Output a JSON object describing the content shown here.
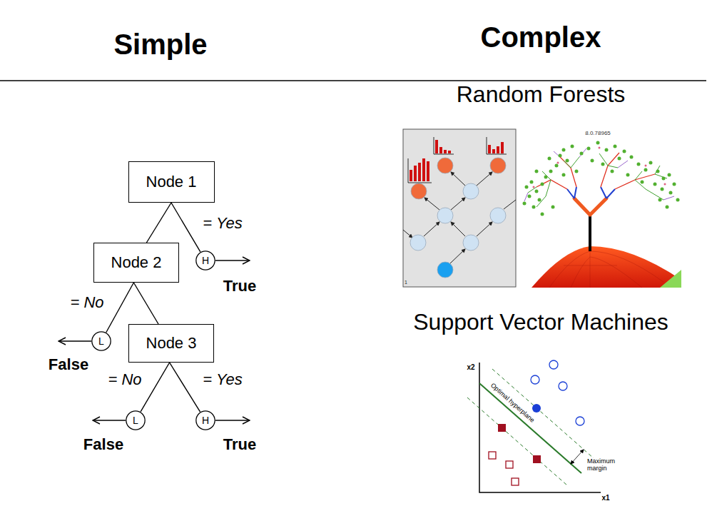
{
  "diagram": {
    "nodes": [
      {
        "text": [
          "Node 1"
        ]
      },
      {
        "text": [
          "Node 2"
        ]
      },
      {
        "text": [
          "H"
        ]
      },
      {
        "text": [
          "L"
        ]
      },
      {
        "text": [
          "Node 3"
        ]
      },
      {
        "text": [
          "L"
        ]
      },
      {
        "text": [
          "H"
        ]
      }
    ],
    "edges": [
      {
        "from": 0,
        "to": 1,
        "arrow": "none"
      },
      {
        "from": 0,
        "to": 2,
        "label": "= Yes",
        "arrow": "none"
      },
      {
        "from": 1,
        "to": 3,
        "label": "= No",
        "arrow": "none"
      },
      {
        "from": 1,
        "to": 4,
        "arrow": "none"
      },
      {
        "from": 4,
        "to": 5,
        "label": "= No",
        "arrow": "none"
      },
      {
        "from": 4,
        "to": 6,
        "label": "= Yes",
        "arrow": "none"
      }
    ],
    "labels": [
      "Simple",
      "Complex",
      "Random Forests",
      "8.0.78965",
      "1",
      "True",
      "False",
      "False",
      "True",
      "Support Vector Machines",
      "x2",
      "Optimal hyperplane",
      "Maximum margin",
      "x1"
    ]
  }
}
